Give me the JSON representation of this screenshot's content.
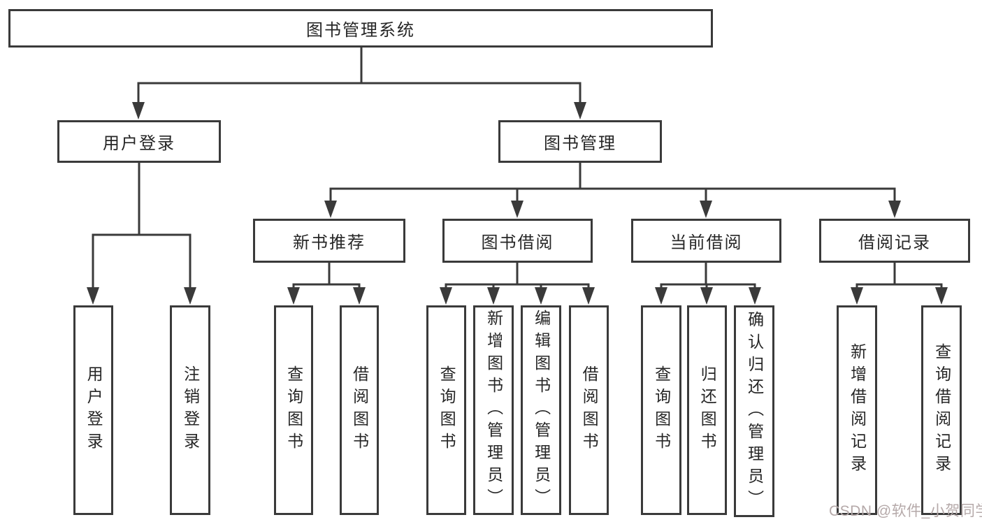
{
  "diagram": {
    "root": {
      "label": "图书管理系统"
    },
    "branches": {
      "user_login": {
        "label": "用户登录",
        "children": [
          {
            "label": "用户登录"
          },
          {
            "label": "注销登录"
          }
        ]
      },
      "book_mgmt": {
        "label": "图书管理",
        "groups": [
          {
            "label": "新书推荐",
            "children": [
              {
                "label": "查询图书"
              },
              {
                "label": "借阅图书"
              }
            ]
          },
          {
            "label": "图书借阅",
            "children": [
              {
                "label": "查询图书"
              },
              {
                "label": "新增图书（管理员）"
              },
              {
                "label": "编辑图书（管理员）"
              },
              {
                "label": "借阅图书"
              }
            ]
          },
          {
            "label": "当前借阅",
            "children": [
              {
                "label": "查询图书"
              },
              {
                "label": "归还图书"
              },
              {
                "label": "确认归还（管理员）"
              }
            ]
          },
          {
            "label": "借阅记录",
            "children": [
              {
                "label": "新增借阅记录"
              },
              {
                "label": "查询借阅记录"
              }
            ]
          }
        ]
      }
    }
  },
  "watermark": {
    "text": "CSDN @软件_小贺同学",
    "color": "#b5a9a9"
  },
  "colors": {
    "line": "#3a3a3a",
    "text": "#262626",
    "background": "#ffffff"
  }
}
